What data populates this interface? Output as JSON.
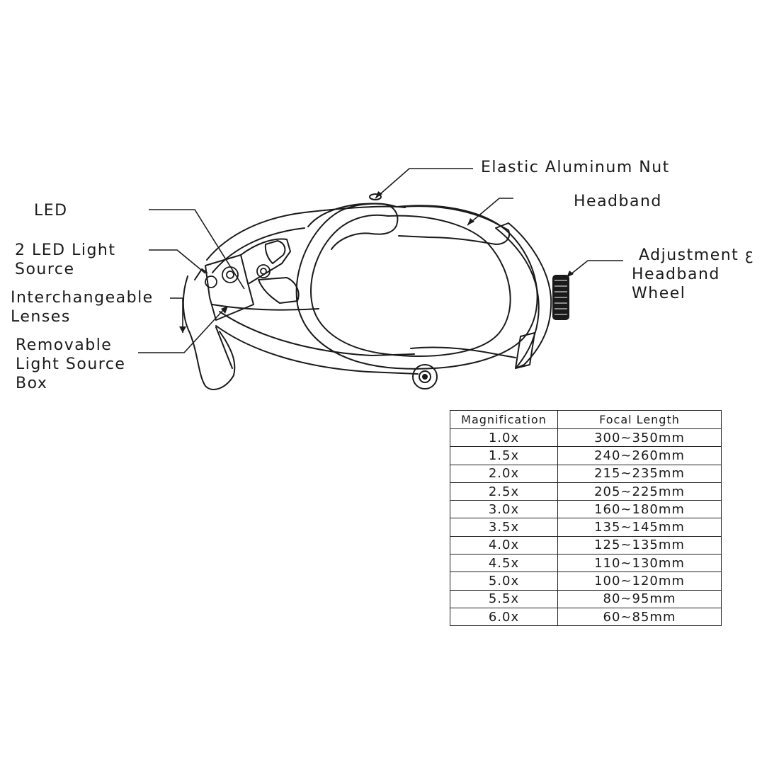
{
  "labels": {
    "led": "LED",
    "two_led_line1": "2 LED Light",
    "two_led_line2": "Source",
    "lenses_line1": "Interchangeable",
    "lenses_line2": "Lenses",
    "box_line1": "Removable",
    "box_line2": "Light Source",
    "box_line3": "Box",
    "nut": "Elastic Aluminum Nut",
    "headband": "Headband",
    "wheel_line1": "Adjustment",
    "wheel_mark": "ꜫ",
    "wheel_line2": "Headband",
    "wheel_line3": "Wheel"
  },
  "table": {
    "headers": [
      "Magnification",
      "Focal Length"
    ],
    "rows": [
      [
        "1.0x",
        "300~350mm"
      ],
      [
        "1.5x",
        "240~260mm"
      ],
      [
        "2.0x",
        "215~235mm"
      ],
      [
        "2.5x",
        "205~225mm"
      ],
      [
        "3.0x",
        "160~180mm"
      ],
      [
        "3.5x",
        "135~145mm"
      ],
      [
        "4.0x",
        "125~135mm"
      ],
      [
        "4.5x",
        "110~130mm"
      ],
      [
        "5.0x",
        "100~120mm"
      ],
      [
        "5.5x",
        "80~95mm"
      ],
      [
        "6.0x",
        "60~85mm"
      ]
    ]
  },
  "colors": {
    "ink": "#1a1a1a",
    "background": "#ffffff"
  }
}
